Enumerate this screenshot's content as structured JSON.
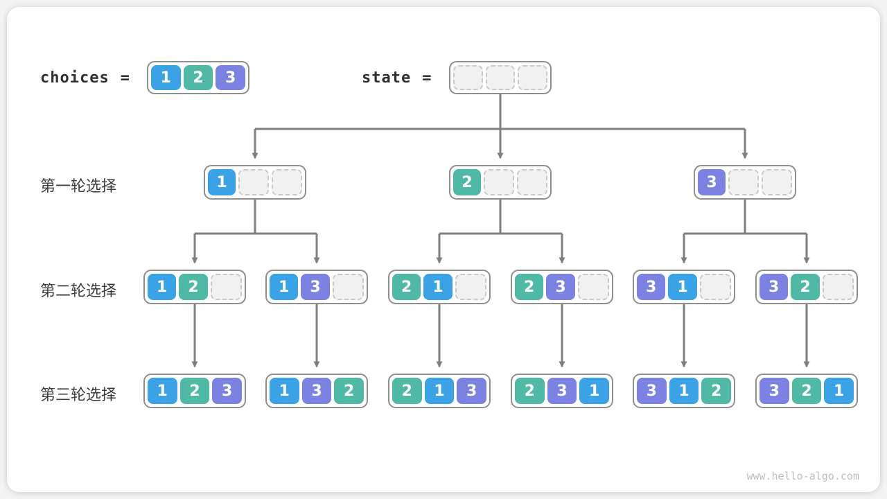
{
  "palette": {
    "1": "#3ba2e5",
    "2": "#4fb9a6",
    "3": "#7b82e2",
    "empty_fill": "#f1f1f1",
    "empty_border": "#c8c8c8",
    "box_border": "#8e8e8e",
    "connector": "#7f7f7f",
    "label_text": "#3c3c3c"
  },
  "header": {
    "choices_label": "choices",
    "equals": "=",
    "choices_values": [
      "1",
      "2",
      "3"
    ],
    "state_label": "state",
    "state_values": [
      "",
      "",
      ""
    ]
  },
  "rows": [
    {
      "label": "第一轮选择",
      "boxes": [
        [
          "1",
          "",
          ""
        ],
        [
          "2",
          "",
          ""
        ],
        [
          "3",
          "",
          ""
        ]
      ]
    },
    {
      "label": "第二轮选择",
      "boxes": [
        [
          "1",
          "2",
          ""
        ],
        [
          "1",
          "3",
          ""
        ],
        [
          "2",
          "1",
          ""
        ],
        [
          "2",
          "3",
          ""
        ],
        [
          "3",
          "1",
          ""
        ],
        [
          "3",
          "2",
          ""
        ]
      ]
    },
    {
      "label": "第三轮选择",
      "boxes": [
        [
          "1",
          "2",
          "3"
        ],
        [
          "1",
          "3",
          "2"
        ],
        [
          "2",
          "1",
          "3"
        ],
        [
          "2",
          "3",
          "1"
        ],
        [
          "3",
          "1",
          "2"
        ],
        [
          "3",
          "2",
          "1"
        ]
      ]
    }
  ],
  "watermark": "www.hello-algo.com"
}
